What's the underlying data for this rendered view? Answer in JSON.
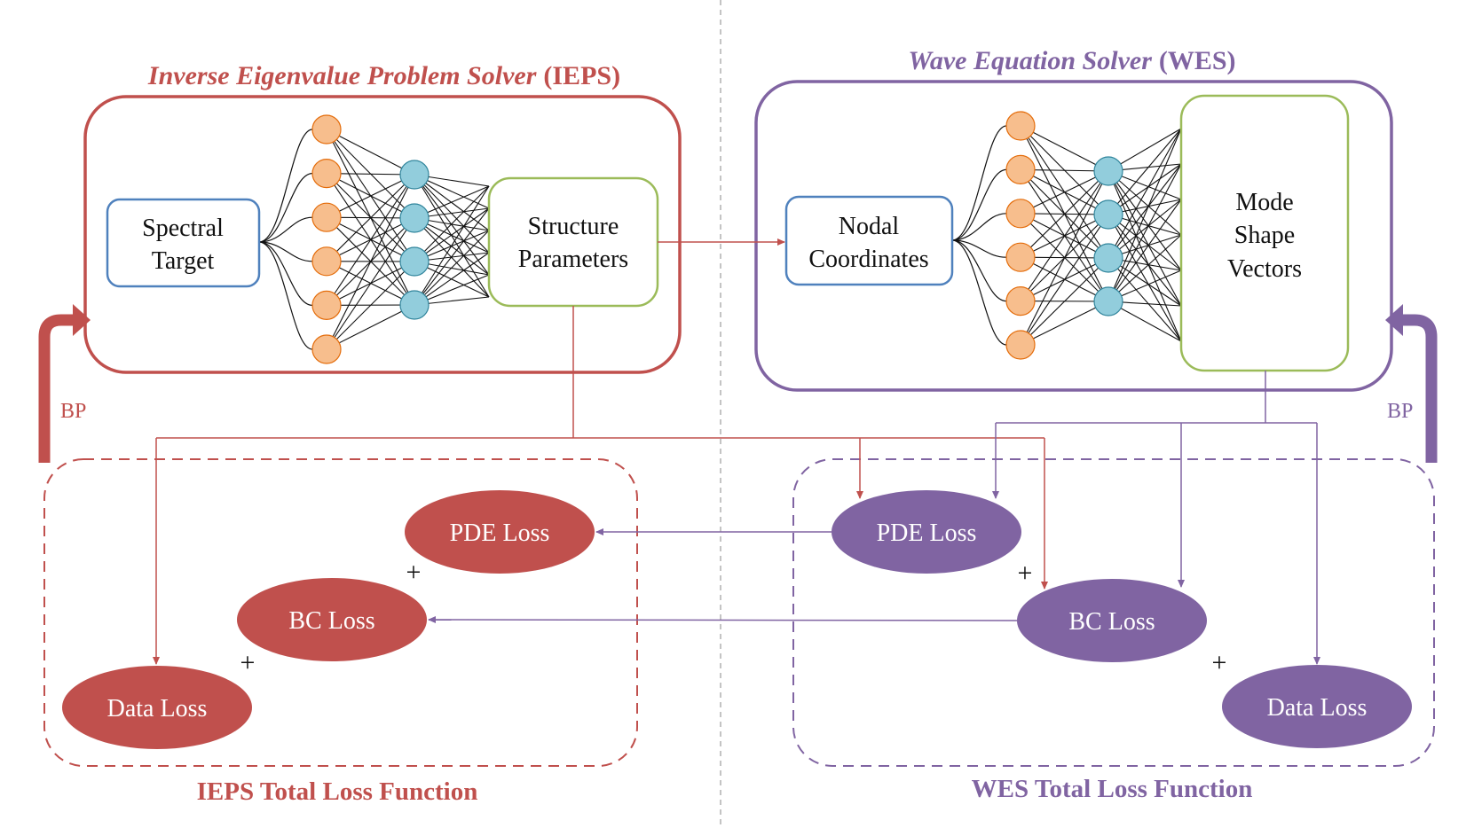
{
  "colors": {
    "ieps": "#c0504d",
    "wes": "#8064a2",
    "input_box_border": "#4f81bd",
    "output_box_border": "#9bbb59",
    "neuron_orange": "#f7be8d",
    "neuron_orange_border": "#e46c0a",
    "neuron_blue": "#92cddc",
    "neuron_blue_border": "#31859c",
    "divider": "#b0b0b0"
  },
  "ieps": {
    "title_italic": "Inverse Eigenvalue Problem Solver",
    "title_abbr": "(IEPS)",
    "input_line1": "Spectral",
    "input_line2": "Target",
    "output_line1": "Structure",
    "output_line2": "Parameters",
    "bp_label": "BP",
    "loss_pde": "PDE Loss",
    "loss_bc": "BC Loss",
    "loss_data": "Data Loss",
    "plus_sign": "+",
    "total_label": "IEPS Total Loss Function",
    "network": {
      "layers": [
        6,
        4
      ]
    }
  },
  "wes": {
    "title_italic": "Wave Equation Solver",
    "title_abbr": "(WES)",
    "input_line1": "Nodal",
    "input_line2": "Coordinates",
    "output_line1": "Mode",
    "output_line2": "Shape",
    "output_line3": "Vectors",
    "bp_label": "BP",
    "loss_pde": "PDE Loss",
    "loss_bc": "BC Loss",
    "loss_data": "Data Loss",
    "plus_sign": "+",
    "total_label": "WES Total Loss Function",
    "network": {
      "layers": [
        6,
        4
      ]
    }
  }
}
